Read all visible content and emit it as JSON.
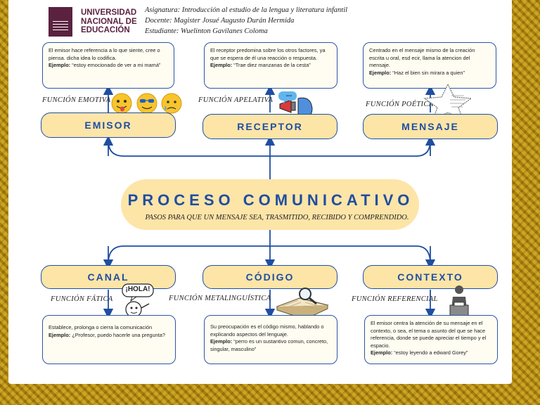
{
  "header": {
    "university": "UNIVERSIDAD NACIONAL DE EDUCACIÓN",
    "subject": "Asignatura: Introducción al estudio de la lengua y literatura infantil",
    "teacher": "Docente: Magister Josué Augusto Durán Hermida",
    "student": "Estudiante: Wuelinton Gavilanes Coloma"
  },
  "center": {
    "title": "PROCESO COMUNICATIVO",
    "subtitle": "PASOS PARA QUE UN MENSAJE SEA, TRASMITIDO, RECIBIDO Y COMPRENDIDO."
  },
  "top": [
    {
      "name": "EMISOR",
      "function": "FUNCIÓN EMOTIVA",
      "text": "El emisor hace referencia a lo que siente, cree o piensa. dicha idea lo codifica.",
      "example_label": "Ejemplo:",
      "example": "“estoy emocionado de ver a mi mamá”"
    },
    {
      "name": "RECEPTOR",
      "function": "FUNCIÓN APELATIVA",
      "text": "El receptor predomina sobre los otros factores, ya que se espera de él una reacción o respuesta.",
      "example_label": "Ejemplo:",
      "example": "“Trae diez manzanas de la cesta”"
    },
    {
      "name": "MENSAJE",
      "function": "FUNCIÓN POÉTICA",
      "text": "Centrado en el mensaje mismo de la creación escrita u oral, esd ecir, llama la atencion del mensaje.",
      "example_label": "Ejemplo:",
      "example": "“Haz el bien sin mirara a quien”"
    }
  ],
  "bottom": [
    {
      "name": "CANAL",
      "function": "FUNCIÓN FÁTICA",
      "text": "Establece, prolonga o cierra la comunicación",
      "example_label": "Ejemplo:",
      "example": "¿Profesor, puedo hacerle una pregunta?"
    },
    {
      "name": "CÓDIGO",
      "function": "FUNCIÓN METALINGUÍSTICA",
      "text": "Su preocupación es el código mismo, hablando o explicando aspectos del lenguaje.",
      "example_label": "Ejemplo:",
      "example": "“perro es un sustantivo comun, concreto, singular, masculino”"
    },
    {
      "name": "CONTEXTO",
      "function": "FUNCIÓN REFERENCIAL",
      "text": "El emisor centra la atención de su mensaje en el contexto, o sea, el tema o asunto del que se hace referencia, donde se puede apreciar el tiempo y el espacio.",
      "example_label": "Ejemplo:",
      "example": "“estoy leyendo a edward Gorey”"
    }
  ],
  "decor": {
    "speech_bubble": "...",
    "hola": "¡HOLA!"
  },
  "colors": {
    "accent": "#1f4ea1",
    "pill": "#fde5a8",
    "border": "#b8930e",
    "logo": "#5b2240"
  }
}
